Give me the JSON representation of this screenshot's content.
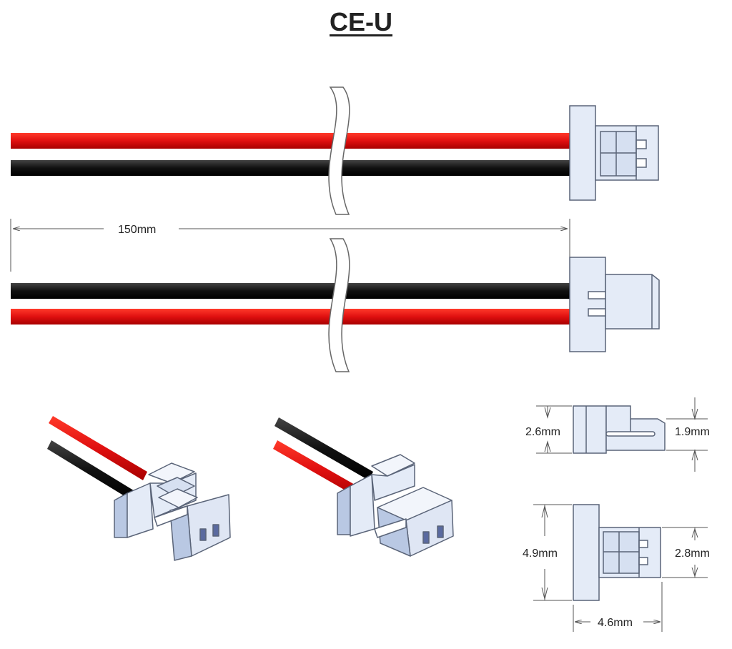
{
  "title": "CE-U",
  "dimensions": {
    "cable_length": "150mm",
    "side_height": "2.6mm",
    "side_offset": "1.9mm",
    "front_height": "4.9mm",
    "front_inner": "2.8mm",
    "front_depth": "4.6mm"
  },
  "colors": {
    "red_wire": "#e01010",
    "black_wire": "#111111",
    "connector_fill": "#e4ebf7",
    "connector_shade": "#b9c8e3",
    "connector_stroke": "#5a6478",
    "dimension_line": "#555555"
  }
}
